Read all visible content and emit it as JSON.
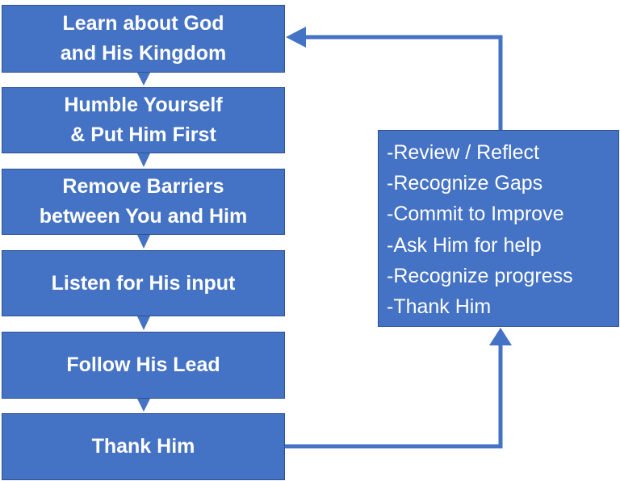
{
  "steps": [
    {
      "label": "Learn about God\nand His Kingdom"
    },
    {
      "label": "Humble Yourself\n& Put Him First"
    },
    {
      "label": "Remove Barriers\nbetween You and Him"
    },
    {
      "label": "Listen for His input"
    },
    {
      "label": "Follow His Lead"
    },
    {
      "label": "Thank Him"
    }
  ],
  "review": {
    "items": [
      "-Review / Reflect",
      "-Recognize Gaps",
      "-Commit to Improve",
      "-Ask Him for help",
      "-Recognize progress",
      "-Thank Him"
    ]
  },
  "colors": {
    "box_fill": "#4472c4",
    "box_border": "#2f528f",
    "text": "#ffffff",
    "connector": "#4472c4"
  }
}
